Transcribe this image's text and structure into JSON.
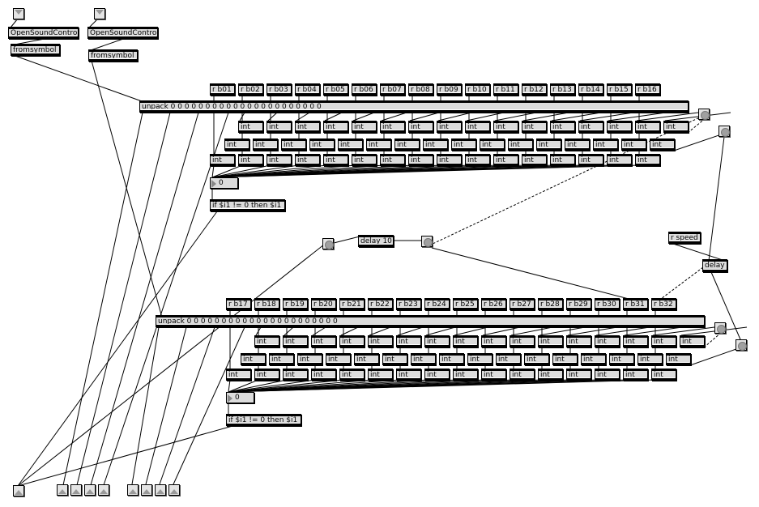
{
  "patch": {
    "inputs": [
      {
        "osc_label": "OpenSoundControl",
        "conv_label": "fromsymbol"
      },
      {
        "osc_label": "OpenSoundControl",
        "conv_label": "fromsymbol"
      }
    ],
    "groups": [
      {
        "receives": [
          "r b01",
          "r b02",
          "r b03",
          "r b04",
          "r b05",
          "r b06",
          "r b07",
          "r b08",
          "r b09",
          "r b10",
          "r b11",
          "r b12",
          "r b13",
          "r b14",
          "r b15",
          "r b16"
        ],
        "unpack_label": "unpack 0 0 0 0 0 0 0 0 0 0 0 0 0 0 0 0 0 0 0 0 0 0",
        "int_label": "int",
        "number_value": "0",
        "if_label": "if $i1 != 0 then $i1"
      },
      {
        "receives": [
          "r b17",
          "r b18",
          "r b19",
          "r b20",
          "r b21",
          "r b22",
          "r b23",
          "r b24",
          "r b25",
          "r b26",
          "r b27",
          "r b28",
          "r b29",
          "r b30",
          "r b31",
          "r b32"
        ],
        "unpack_label": "unpack 0 0 0 0 0 0 0 0 0 0 0 0 0 0 0 0 0 0 0 0 0 0",
        "int_label": "int",
        "number_value": "0",
        "if_label": "if $i1 != 0 then $i1"
      }
    ],
    "timing": {
      "delay10_label": "delay 10",
      "speed_label": "r speed",
      "delay_label": "delay"
    },
    "outputs_count": 9
  }
}
